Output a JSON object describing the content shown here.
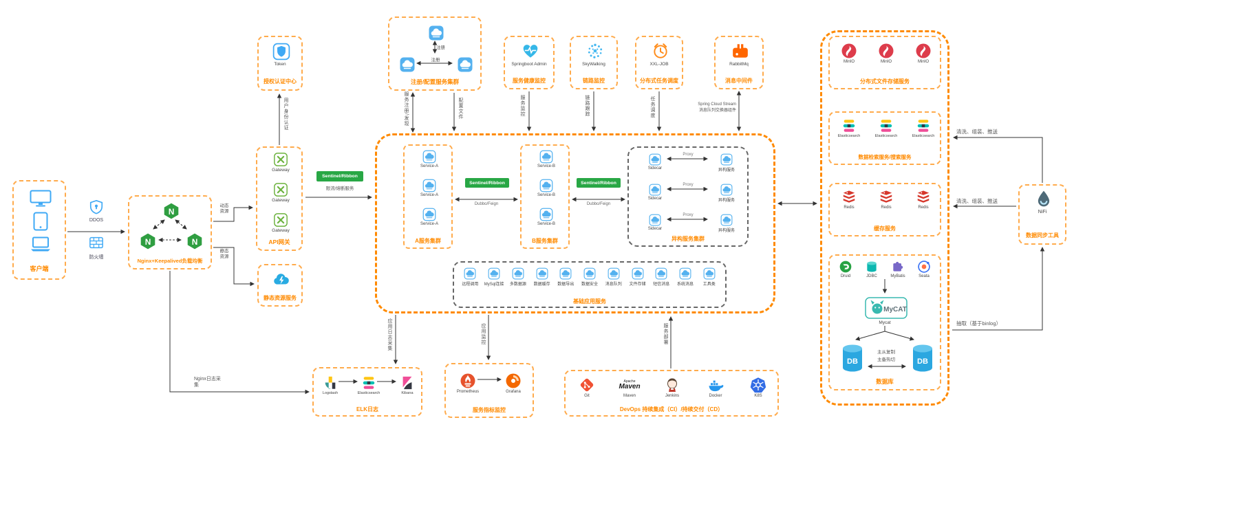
{
  "colors": {
    "accent_orange": "#ff8a00",
    "sentinel_green": "#28a745",
    "nginx_green": "#2f9e41",
    "icon_blue": "#54b1ef"
  },
  "client": {
    "label": "客户端"
  },
  "security": {
    "ddos": "DDOS",
    "firewall": "防火墙"
  },
  "nginx": {
    "label": "Nginx+Keepalived负载均衡"
  },
  "auth": {
    "token": "Token",
    "label": "授权认证中心"
  },
  "gateway": {
    "label": "API网关",
    "items": [
      "Gateway",
      "Gateway",
      "Gateway"
    ]
  },
  "static_res": {
    "label": "静态资源服务"
  },
  "registry": {
    "label": "注册/配置服务集群",
    "reg1": "注册",
    "reg2": "注册"
  },
  "admin": {
    "name": "Springboot Admin",
    "label": "服务健康监控"
  },
  "skywalking": {
    "name": "SkyWalking",
    "label": "链路监控"
  },
  "xxljob": {
    "name": "XXL-JOB",
    "label": "分布式任务调度"
  },
  "rabbitmq": {
    "name": "RabbitMq",
    "label": "消息中间件"
  },
  "cluster_a": {
    "label": "A服务集群",
    "items": [
      "Service-A",
      "Service-A",
      "Service-A"
    ]
  },
  "cluster_b": {
    "label": "B服务集群",
    "items": [
      "Service-B",
      "Service-B",
      "Service-B"
    ]
  },
  "hetero": {
    "label": "异构服务集群",
    "sidecar": "Sidecar",
    "proxy": "Proxy",
    "service": "异构服务"
  },
  "base": {
    "label": "基础应用服务",
    "items": [
      "远程调用",
      "MySql连接",
      "多数据源",
      "数据缓存",
      "数据导出",
      "数据安全",
      "消息队列",
      "文件存储",
      "短信消息",
      "系统消息",
      "工具类"
    ]
  },
  "storage": {
    "label": "分布式文件存储服务",
    "item": "MinIO"
  },
  "search": {
    "label": "数据检索服务/搜索服务",
    "item": "Elasticsearch"
  },
  "cache": {
    "label": "缓存服务",
    "item": "Redis"
  },
  "database": {
    "label": "数据库",
    "drivers": [
      "Druid",
      "JDBC",
      "MyBatis",
      "Seata"
    ],
    "mycat_logo": "MyCAT",
    "mycat": "Mycat",
    "db": "DB",
    "rep1": "主从复制",
    "rep2": "主备热切"
  },
  "nifi": {
    "name": "NiFi",
    "label": "数据同步工具"
  },
  "elk": {
    "label": "ELK日志",
    "items": [
      "Logstash",
      "Elasticsearch",
      "Kibana"
    ]
  },
  "metrics": {
    "label": "服务指标监控",
    "items": [
      "Prometheus",
      "Grafana"
    ]
  },
  "devops": {
    "label": "DevOps 持续集成（CI）/持续交付（CD）",
    "maven_top": "Apache",
    "maven_word": "Maven",
    "items": [
      "Git",
      "Maven",
      "Jenkins",
      "Docker",
      "K8S"
    ]
  },
  "edges": {
    "dynamic": "动态资源",
    "static": "静态资源",
    "auth": "用户身份认证",
    "sentinel": "Sentinel/Ribbon",
    "limit": "限流/熔断服务",
    "discover": "服务注册/发现",
    "config": "配置文件",
    "monitor": "服务监控",
    "trace": "链路跟踪",
    "schedule": "任务调度",
    "stream1": "Spring Cloud Stream",
    "stream2": "消息队列交换器组件",
    "dubbo": "Dubbo/Feign",
    "applog": "应用日志采集",
    "nginxlog": "Nginx日志采集",
    "appmon": "应用监控",
    "deploy": "服务部署",
    "clean": "清洗、组装、推送",
    "binlog": "抽取（基于binlog）"
  }
}
